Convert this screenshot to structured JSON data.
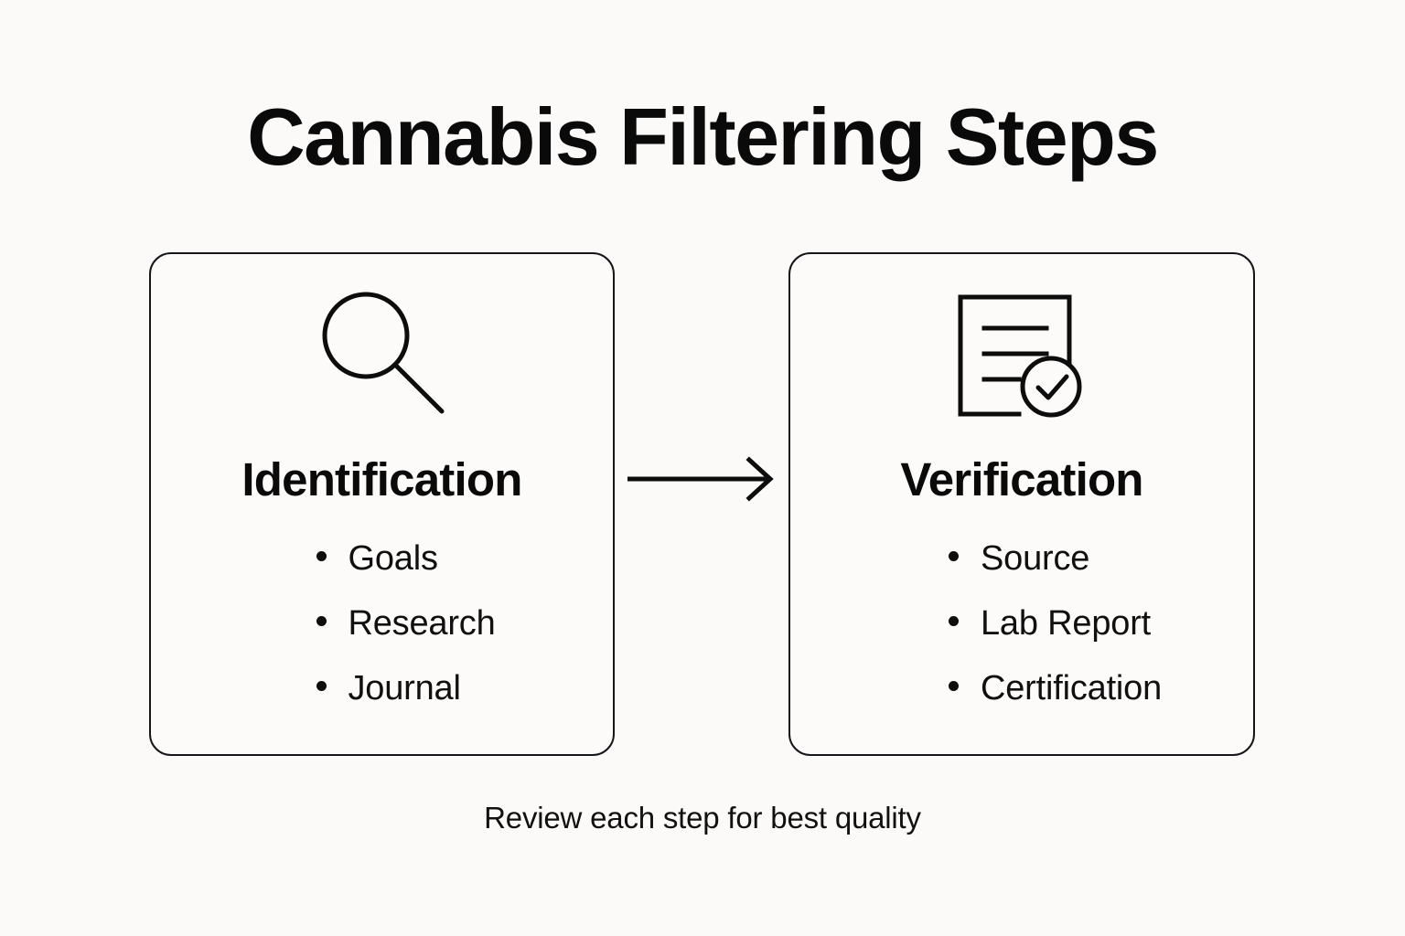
{
  "page": {
    "title": "Cannabis Filtering Steps",
    "background_color": "#fbfaf8",
    "ink_color": "#0d0d0d",
    "caption": "Review each step for best quality"
  },
  "flow": {
    "arrow_icon": "arrow-right-icon",
    "direction": "left-to-right"
  },
  "steps": [
    {
      "id": "identification",
      "heading": "Identification",
      "icon": "magnifying-glass-icon",
      "bullets": [
        "Goals",
        "Research",
        "Journal"
      ]
    },
    {
      "id": "verification",
      "heading": "Verification",
      "icon": "document-check-icon",
      "bullets": [
        "Source",
        "Lab Report",
        "Certification"
      ]
    }
  ]
}
